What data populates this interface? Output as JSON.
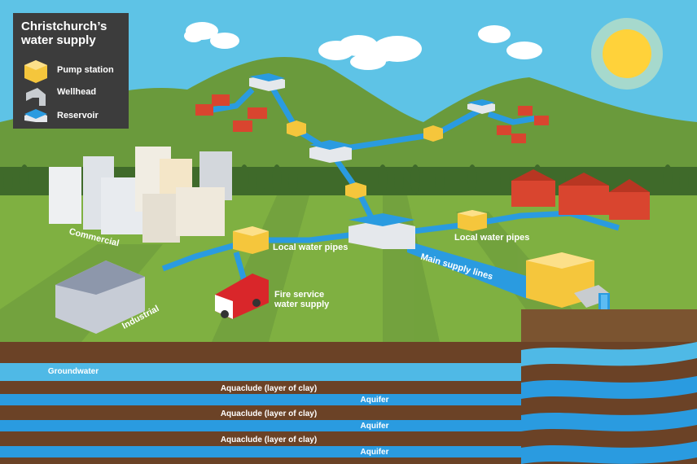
{
  "legend": {
    "title_line1": "Christchurch’s",
    "title_line2": "water supply",
    "items": [
      {
        "label": "Pump station",
        "icon": "pump-station-icon"
      },
      {
        "label": "Wellhead",
        "icon": "wellhead-icon"
      },
      {
        "label": "Reservoir",
        "icon": "reservoir-icon"
      }
    ]
  },
  "labels": {
    "commercial": "Commercial",
    "industrial": "Industrial",
    "local_pipes_left": "Local water pipes",
    "local_pipes_right": "Local water pipes",
    "main_supply": "Main supply lines",
    "fire_line1": "Fire service",
    "fire_line2": "water supply"
  },
  "strata": {
    "groundwater": "Groundwater",
    "aquiclude_1": "Aquaclude (layer of clay)",
    "aquifer_1": "Aquifer",
    "aquiclude_2": "Aquaclude (layer of clay)",
    "aquifer_2": "Aquifer",
    "aquiclude_3": "Aquaclude (layer of clay)",
    "aquifer_3": "Aquifer"
  },
  "colors": {
    "sky": "#5ec3e6",
    "hill": "#6a9a3c",
    "field": "#7fb041",
    "water": "#2a9be0",
    "soil": "#6b4226",
    "pump": "#f5c63c",
    "house": "#d9452f",
    "sun": "#ffd23a"
  }
}
